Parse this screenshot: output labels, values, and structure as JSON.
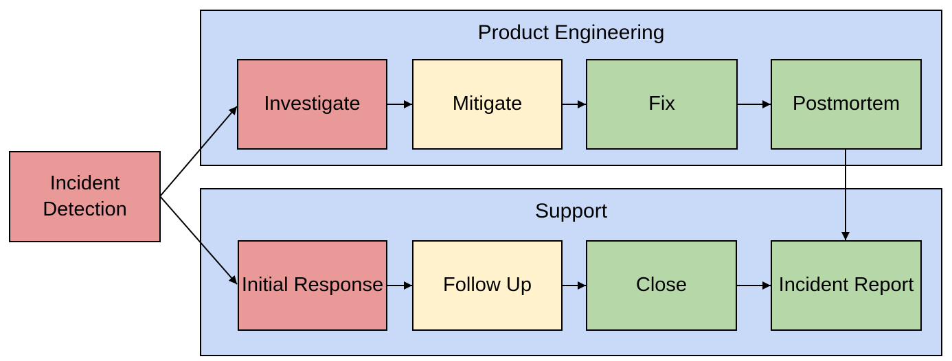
{
  "colors": {
    "lane_fill": "#c9daf8",
    "red": "#ea9999",
    "yellow": "#fff2cc",
    "green": "#b6d7a8",
    "stroke": "#000000",
    "background": "#ffffff"
  },
  "start_node": {
    "label": "Incident Detection",
    "fill": "#ea9999"
  },
  "lanes": [
    {
      "label": "Product Engineering",
      "nodes": [
        {
          "label": "Investigate",
          "fill": "#ea9999"
        },
        {
          "label": "Mitigate",
          "fill": "#fff2cc"
        },
        {
          "label": "Fix",
          "fill": "#b6d7a8"
        },
        {
          "label": "Postmortem",
          "fill": "#b6d7a8"
        }
      ]
    },
    {
      "label": "Support",
      "nodes": [
        {
          "label": "Initial Response",
          "fill": "#ea9999"
        },
        {
          "label": "Follow Up",
          "fill": "#fff2cc"
        },
        {
          "label": "Close",
          "fill": "#b6d7a8"
        },
        {
          "label": "Incident Report",
          "fill": "#b6d7a8"
        }
      ]
    }
  ],
  "edges": [
    {
      "from": "Incident Detection",
      "to": "Investigate"
    },
    {
      "from": "Incident Detection",
      "to": "Initial Response"
    },
    {
      "from": "Investigate",
      "to": "Mitigate"
    },
    {
      "from": "Mitigate",
      "to": "Fix"
    },
    {
      "from": "Fix",
      "to": "Postmortem"
    },
    {
      "from": "Postmortem",
      "to": "Incident Report"
    },
    {
      "from": "Initial Response",
      "to": "Follow Up"
    },
    {
      "from": "Follow Up",
      "to": "Close"
    },
    {
      "from": "Close",
      "to": "Incident Report"
    }
  ]
}
